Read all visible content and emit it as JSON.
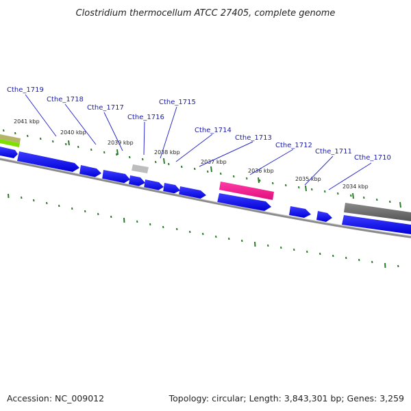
{
  "title": "Clostridium thermocellum ATCC 27405, complete genome",
  "accession": "Accession: NC_009012",
  "topology": "Topology: circular; Length: 3,843,301 bp; Genes: 3,259",
  "scale_labels": [
    "2041 kbp",
    "2040 kbp",
    "2039 kbp",
    "2038 kbp",
    "2037 kbp",
    "2036 kbp",
    "2035 kbp",
    "2034 kbp"
  ],
  "gene_labels": [
    "Cthe_1719",
    "Cthe_1718",
    "Cthe_1717",
    "Cthe_1716",
    "Cthe_1715",
    "Cthe_1714",
    "Cthe_1713",
    "Cthe_1712",
    "Cthe_1711",
    "Cthe_1710"
  ],
  "colors": {
    "cds": "#0000ee",
    "trna": "#ff1493",
    "rrna_gray": "#6b6b6b",
    "light_gray": "#bdbdbd",
    "olive": "#b5b56a",
    "green": "#7fe000",
    "tick": "#2a7a2a",
    "backbone": "#8a8a8a",
    "label": "#1a1aa8"
  }
}
